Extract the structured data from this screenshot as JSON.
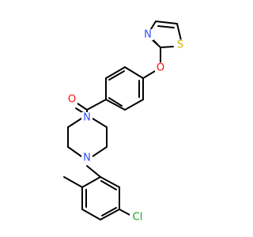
{
  "molecule": {
    "atoms": {
      "oxygen_carbonyl": {
        "symbol": "O",
        "color": "#ff0d0d"
      },
      "oxygen_ether": {
        "symbol": "O",
        "color": "#ff0d0d"
      },
      "nitrogen_thiazole": {
        "symbol": "N",
        "color": "#3050f8"
      },
      "sulfur_thiazole": {
        "symbol": "S",
        "color": "#c8b400"
      },
      "nitrogen_piperazine_top": {
        "symbol": "N",
        "color": "#3050f8"
      },
      "nitrogen_piperazine_bottom": {
        "symbol": "N",
        "color": "#3050f8"
      },
      "chlorine": {
        "symbol": "Cl",
        "color": "#1fa01f"
      }
    }
  }
}
